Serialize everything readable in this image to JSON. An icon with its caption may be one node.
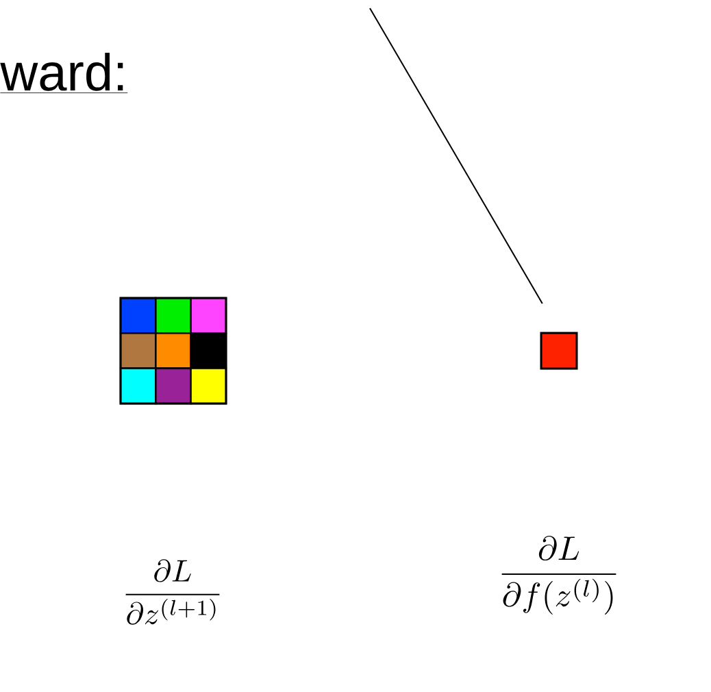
{
  "diagram": {
    "title": "ward:",
    "nodes": [
      {
        "text": [],
        "shape": "grid"
      },
      {
        "text": [],
        "shape": "box"
      }
    ],
    "edges": [
      {
        "from": null,
        "to": 1,
        "arrow": "none"
      }
    ],
    "labels": [
      "\\frac{\\partial L}{\\partial z^{(l+1)}}",
      "\\frac{\\partial L}{\\partial f(z^{(l)})}"
    ]
  }
}
